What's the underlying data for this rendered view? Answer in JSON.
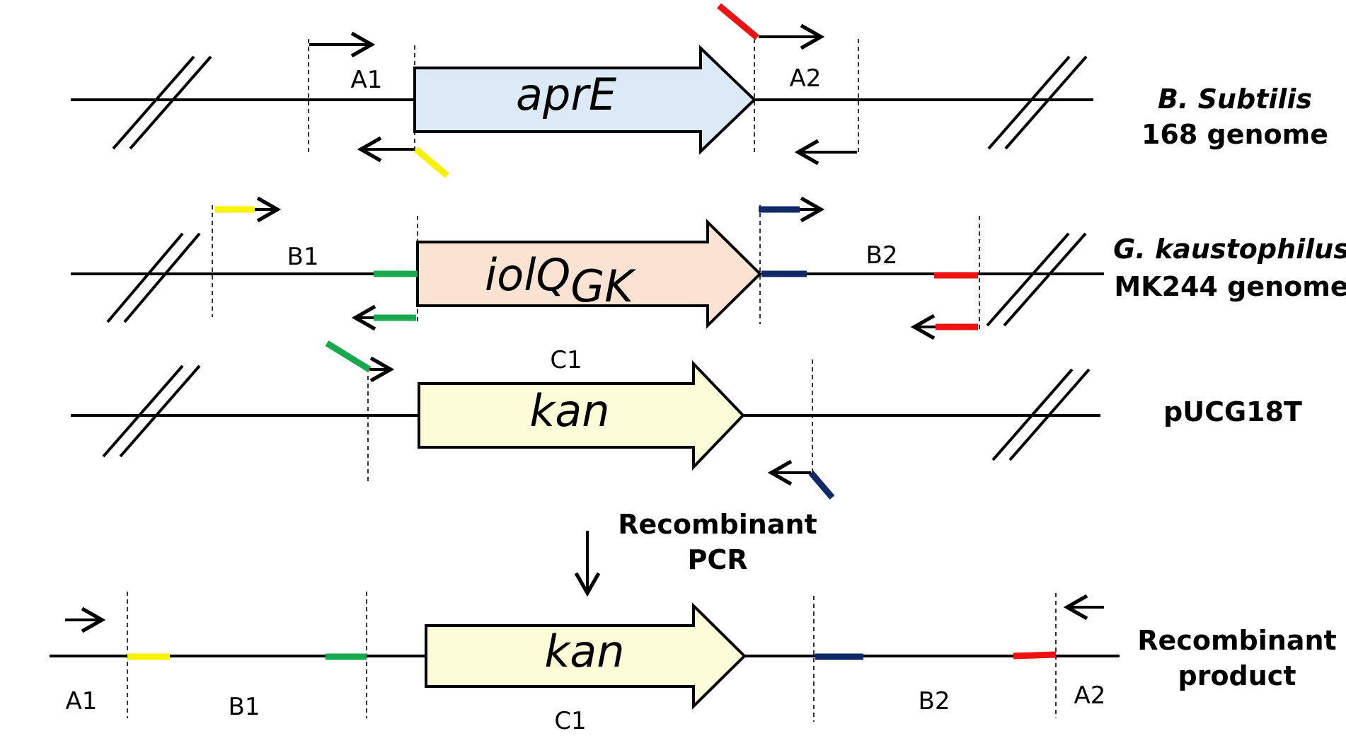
{
  "colors": {
    "red": "#ee1111",
    "yellow": "#f6f200",
    "green": "#18a84e",
    "navy": "#0f2a66",
    "aprE_fill": "#dce9f6",
    "iolQ_fill": "#fae3d3",
    "kan_fill": "#fcfcd9"
  },
  "rows": {
    "bsub": {
      "genome_label_line1": "B. Subtilis",
      "genome_label_line2": "168 genome",
      "gene": "aprE",
      "region_left": "A1",
      "region_right": "A2"
    },
    "gkaus": {
      "genome_label_line1": "G. kaustophilus",
      "genome_label_line2": "MK244 genome",
      "gene": "iolQ",
      "gene_subscript": "GK",
      "region_left": "B1",
      "region_right": "B2"
    },
    "plasmid": {
      "label": "pUCG18T",
      "gene": "kan",
      "region_above": "C1"
    },
    "step": {
      "line1": "Recombinant",
      "line2": "PCR"
    },
    "product": {
      "label_line1": "Recombinant",
      "label_line2": "product",
      "gene": "kan",
      "regions": [
        "A1",
        "B1",
        "C1",
        "B2",
        "A2"
      ]
    }
  }
}
